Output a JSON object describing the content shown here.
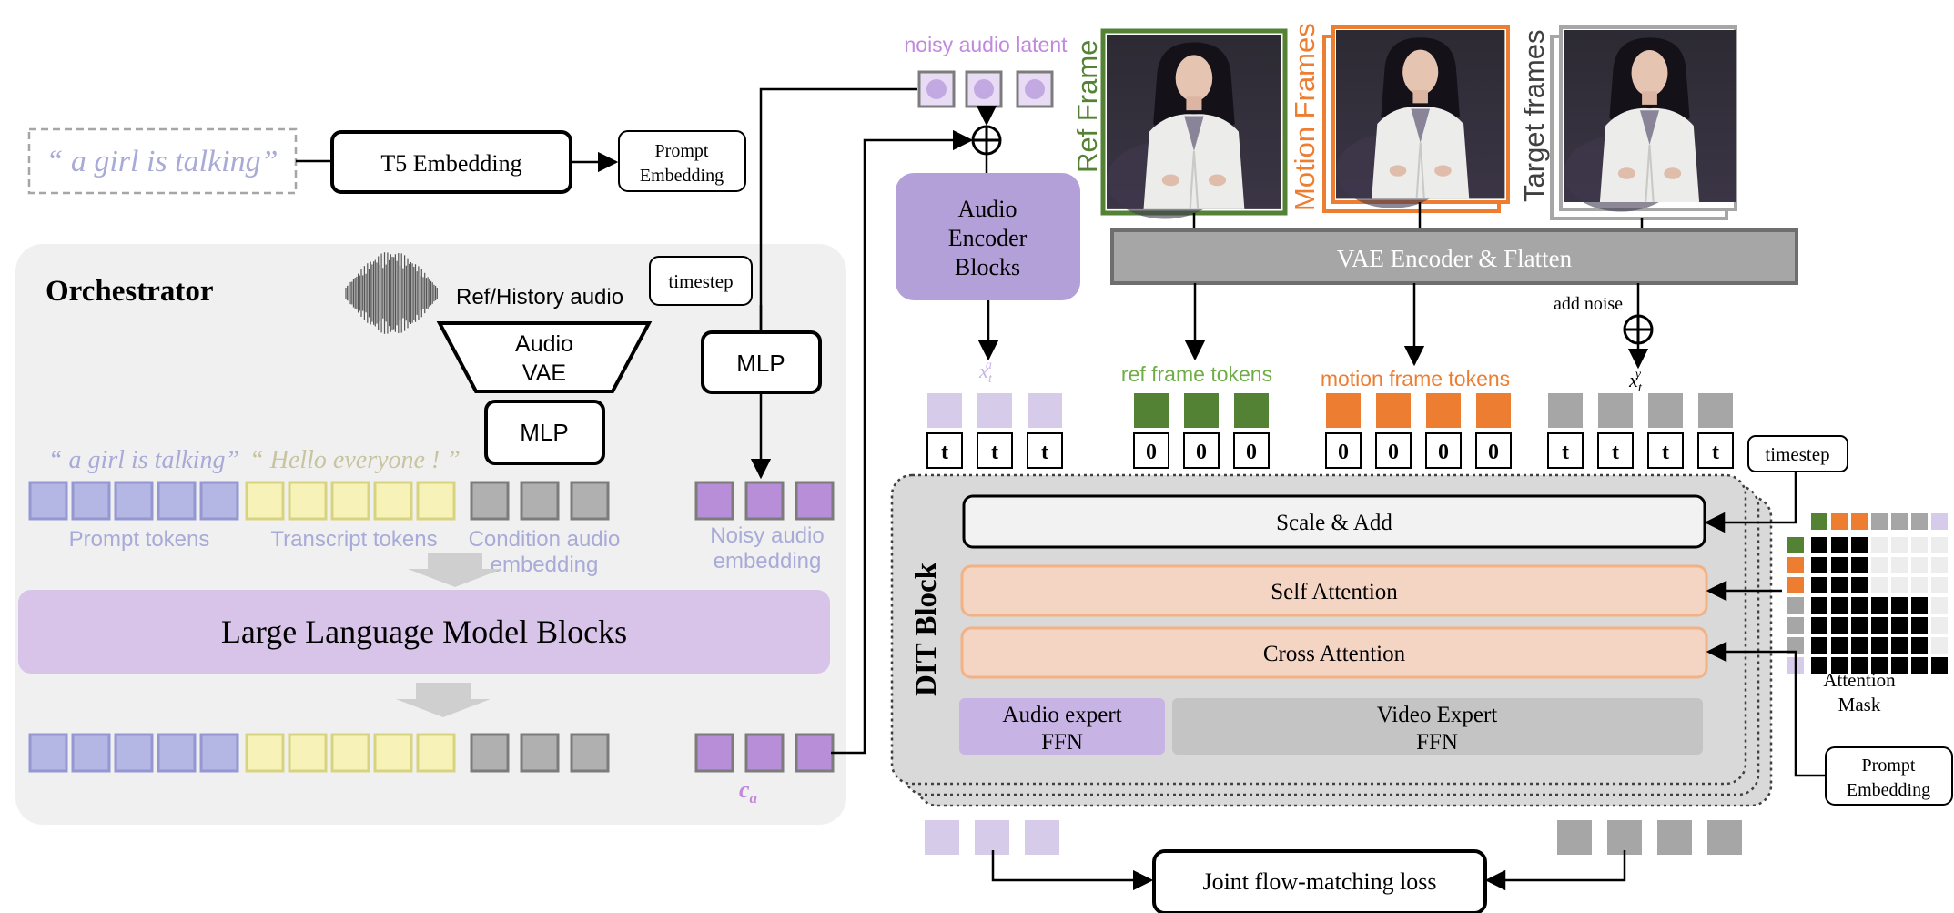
{
  "colors": {
    "prompt_token": "#b4b6e3",
    "prompt_token_stroke": "#9497d2",
    "transcript_token": "#f7f3b8",
    "transcript_token_stroke": "#d8d37e",
    "cond_token": "#b0b0b0",
    "cond_token_stroke": "#7c7c7c",
    "noisy_token": "#b98ed9",
    "noisy_token_stroke": "#7c7c7c",
    "audio_latent_token": "#d7cbea",
    "ref_green": "#548235",
    "motion_orange": "#ed7d31",
    "target_gray": "#a6a6a6",
    "llm_block": "#d9c4e9",
    "audio_encoder": "#b4a0d8",
    "orchestrator_bg": "#f0f0f0",
    "dit_bg": "#d9d9d9",
    "attention_row": "#f4d5c4",
    "video_expert": "#c8c8c8",
    "vae_encoder": "#a6a6a6",
    "lavender_text": "#b4a0d8",
    "purple_text": "#c08adc",
    "token_label_text": "#a8aad8"
  },
  "top": {
    "prompt_text": "“ a girl is talking”",
    "t5_label": "T5 Embedding",
    "prompt_embedding_line1": "Prompt",
    "prompt_embedding_line2": "Embedding"
  },
  "orchestrator": {
    "title": "Orchestrator",
    "ref_history_audio": "Ref/History audio",
    "timestep": "timestep",
    "audio_vae_line1": "Audio",
    "audio_vae_line2": "VAE",
    "mlp_inner": "MLP",
    "mlp_outer": "MLP",
    "quote_prompt": "“ a girl is talking”",
    "quote_transcript": "“ Hello everyone ! ”",
    "prompt_tokens_label": "Prompt tokens",
    "transcript_tokens_label": "Transcript tokens",
    "condition_audio_line1": "Condition audio",
    "condition_audio_line2": "embedding",
    "noisy_audio_line1": "Noisy audio",
    "noisy_audio_line2": "embedding",
    "llm_label": "Large Language Model Blocks",
    "ca_label": "c",
    "ca_sub": "a"
  },
  "middle": {
    "noisy_audio_latent": "noisy audio latent",
    "audio_encoder_line1": "Audio",
    "audio_encoder_line2": "Encoder",
    "audio_encoder_line3": "Blocks",
    "xta_label": "x",
    "xta_sub": "t",
    "xta_sup": "a"
  },
  "frames": {
    "ref_frame": "Ref Frame",
    "motion_frames": "Motion Frames",
    "target_frames": "Target frames",
    "vae_encoder": "VAE Encoder & Flatten",
    "add_noise": "add noise",
    "xtv_label": "x",
    "xtv_sub": "t",
    "xtv_sup": "v",
    "ref_tokens_label": "ref frame tokens",
    "motion_tokens_label": "motion frame tokens"
  },
  "token_rows": {
    "audio_t": [
      "t",
      "t",
      "t"
    ],
    "ref_0": [
      "0",
      "0",
      "0"
    ],
    "motion_0": [
      "0",
      "0",
      "0",
      "0"
    ],
    "target_t": [
      "t",
      "t",
      "t",
      "t"
    ]
  },
  "dit": {
    "title": "DIT Block",
    "timestep": "timestep",
    "scale_add": "Scale & Add",
    "self_attention": "Self Attention",
    "cross_attention": "Cross Attention",
    "audio_expert_line1": "Audio expert",
    "audio_expert_line2": "FFN",
    "video_expert_line1": "Video Expert",
    "video_expert_line2": "FFN",
    "attention_mask_line1": "Attention",
    "attention_mask_line2": "Mask",
    "prompt_embedding_line1": "Prompt",
    "prompt_embedding_line2": "Embedding"
  },
  "bottom": {
    "loss": "Joint flow-matching loss"
  }
}
